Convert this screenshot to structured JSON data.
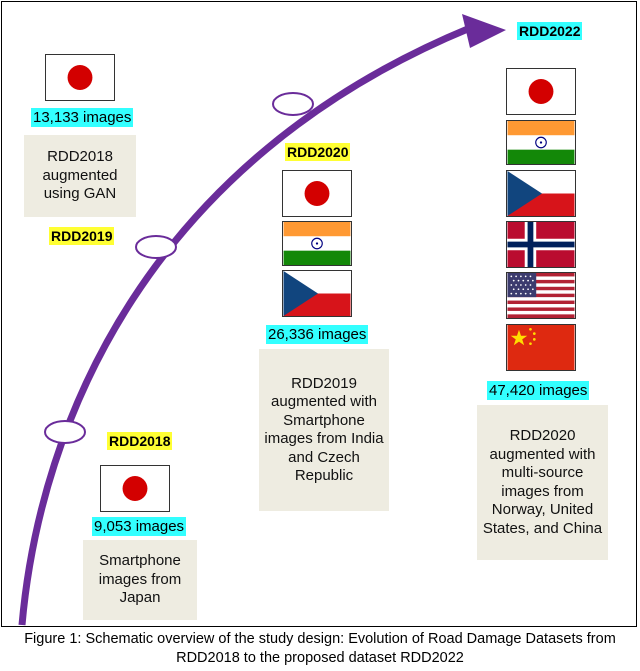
{
  "milestones": {
    "rdd2018": {
      "label": "RDD2018",
      "count": "9,053 images",
      "description": "Smartphone images from Japan",
      "flags": [
        "japan-flag"
      ]
    },
    "rdd2019": {
      "label": "RDD2019",
      "count": "13,133 images",
      "description": "RDD2018 augmented using GAN",
      "flags": [
        "japan-flag"
      ]
    },
    "rdd2020": {
      "label": "RDD2020",
      "count": "26,336 images",
      "description": "RDD2019 augmented with Smartphone images from India and Czech Republic",
      "flags": [
        "japan-flag",
        "india-flag",
        "czech-flag"
      ]
    },
    "rdd2022": {
      "label": "RDD2022",
      "count": "47,420 images",
      "description": "RDD2020 augmented with multi-source images from Norway, United States, and China",
      "flags": [
        "japan-flag",
        "india-flag",
        "czech-flag",
        "norway-flag",
        "usa-flag",
        "china-flag"
      ]
    }
  },
  "caption": "Figure 1: Schematic overview of the study design: Evolution of Road Damage Datasets from RDD2018 to the proposed dataset RDD2022",
  "colors": {
    "arrow": "#6a2c9a",
    "label_highlight": "#ffff33",
    "count_highlight": "#33ffff",
    "box_fill": "#eeece1"
  }
}
